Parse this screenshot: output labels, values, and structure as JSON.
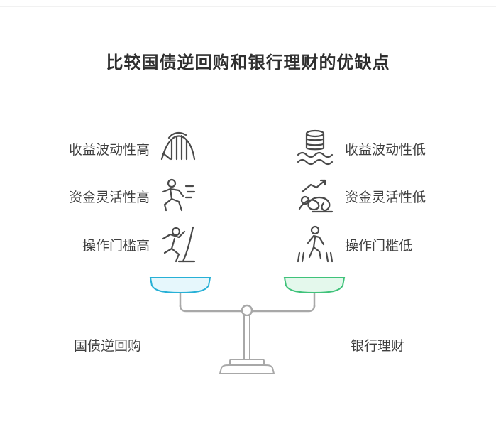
{
  "title": "比较国债逆回购和银行理财的优缺点",
  "left": {
    "caption": "国债逆回购",
    "items": [
      {
        "label": "收益波动性高",
        "icon": "roller-coaster-icon"
      },
      {
        "label": "资金灵活性高",
        "icon": "running-person-icon"
      },
      {
        "label": "操作门槛高",
        "icon": "climbing-person-icon"
      }
    ],
    "pan_color": "#e6f7fc",
    "pan_stroke": "#27b0d6"
  },
  "right": {
    "caption": "银行理财",
    "items": [
      {
        "label": "收益波动性低",
        "icon": "coin-stack-waves-icon"
      },
      {
        "label": "资金灵活性低",
        "icon": "tangled-person-icon"
      },
      {
        "label": "操作门槛低",
        "icon": "walking-person-icon"
      }
    ],
    "pan_color": "#e4f8ec",
    "pan_stroke": "#3fc27a"
  }
}
